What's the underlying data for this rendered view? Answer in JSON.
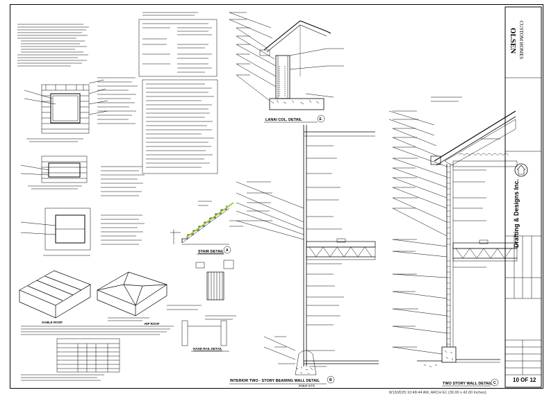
{
  "drawing": {
    "detail_titles": {
      "lanai": "LANAI COL. DETAIL",
      "lanai_tag": "E",
      "interior_wall": "INTERIOR TWO - STORY BEARING WALL DETAIL",
      "interior_tag": "B",
      "interior_scale": "SCALE: N.T.S.",
      "two_story": "TWO STORY WALL DETAIL",
      "two_story_tag": "C",
      "stair": "STAIR DETAIL",
      "stair_tag": "A",
      "hand_rail": "HAND RAIL DETAIL",
      "gable_roof": "GABLE ROOF",
      "hip_roof": "HIP ROOF"
    },
    "title_block": {
      "company": "OLSEN",
      "company_sub": "CUSTOM HOMES",
      "drafting_firm": "Drafting & Designs Inc.",
      "sheet_number": "10 OF 12"
    }
  },
  "footer": {
    "plot_stamp": "8/13/2025 10:48:44 AM, ARCH E1 (30.00 x 42.00 Inches)"
  }
}
